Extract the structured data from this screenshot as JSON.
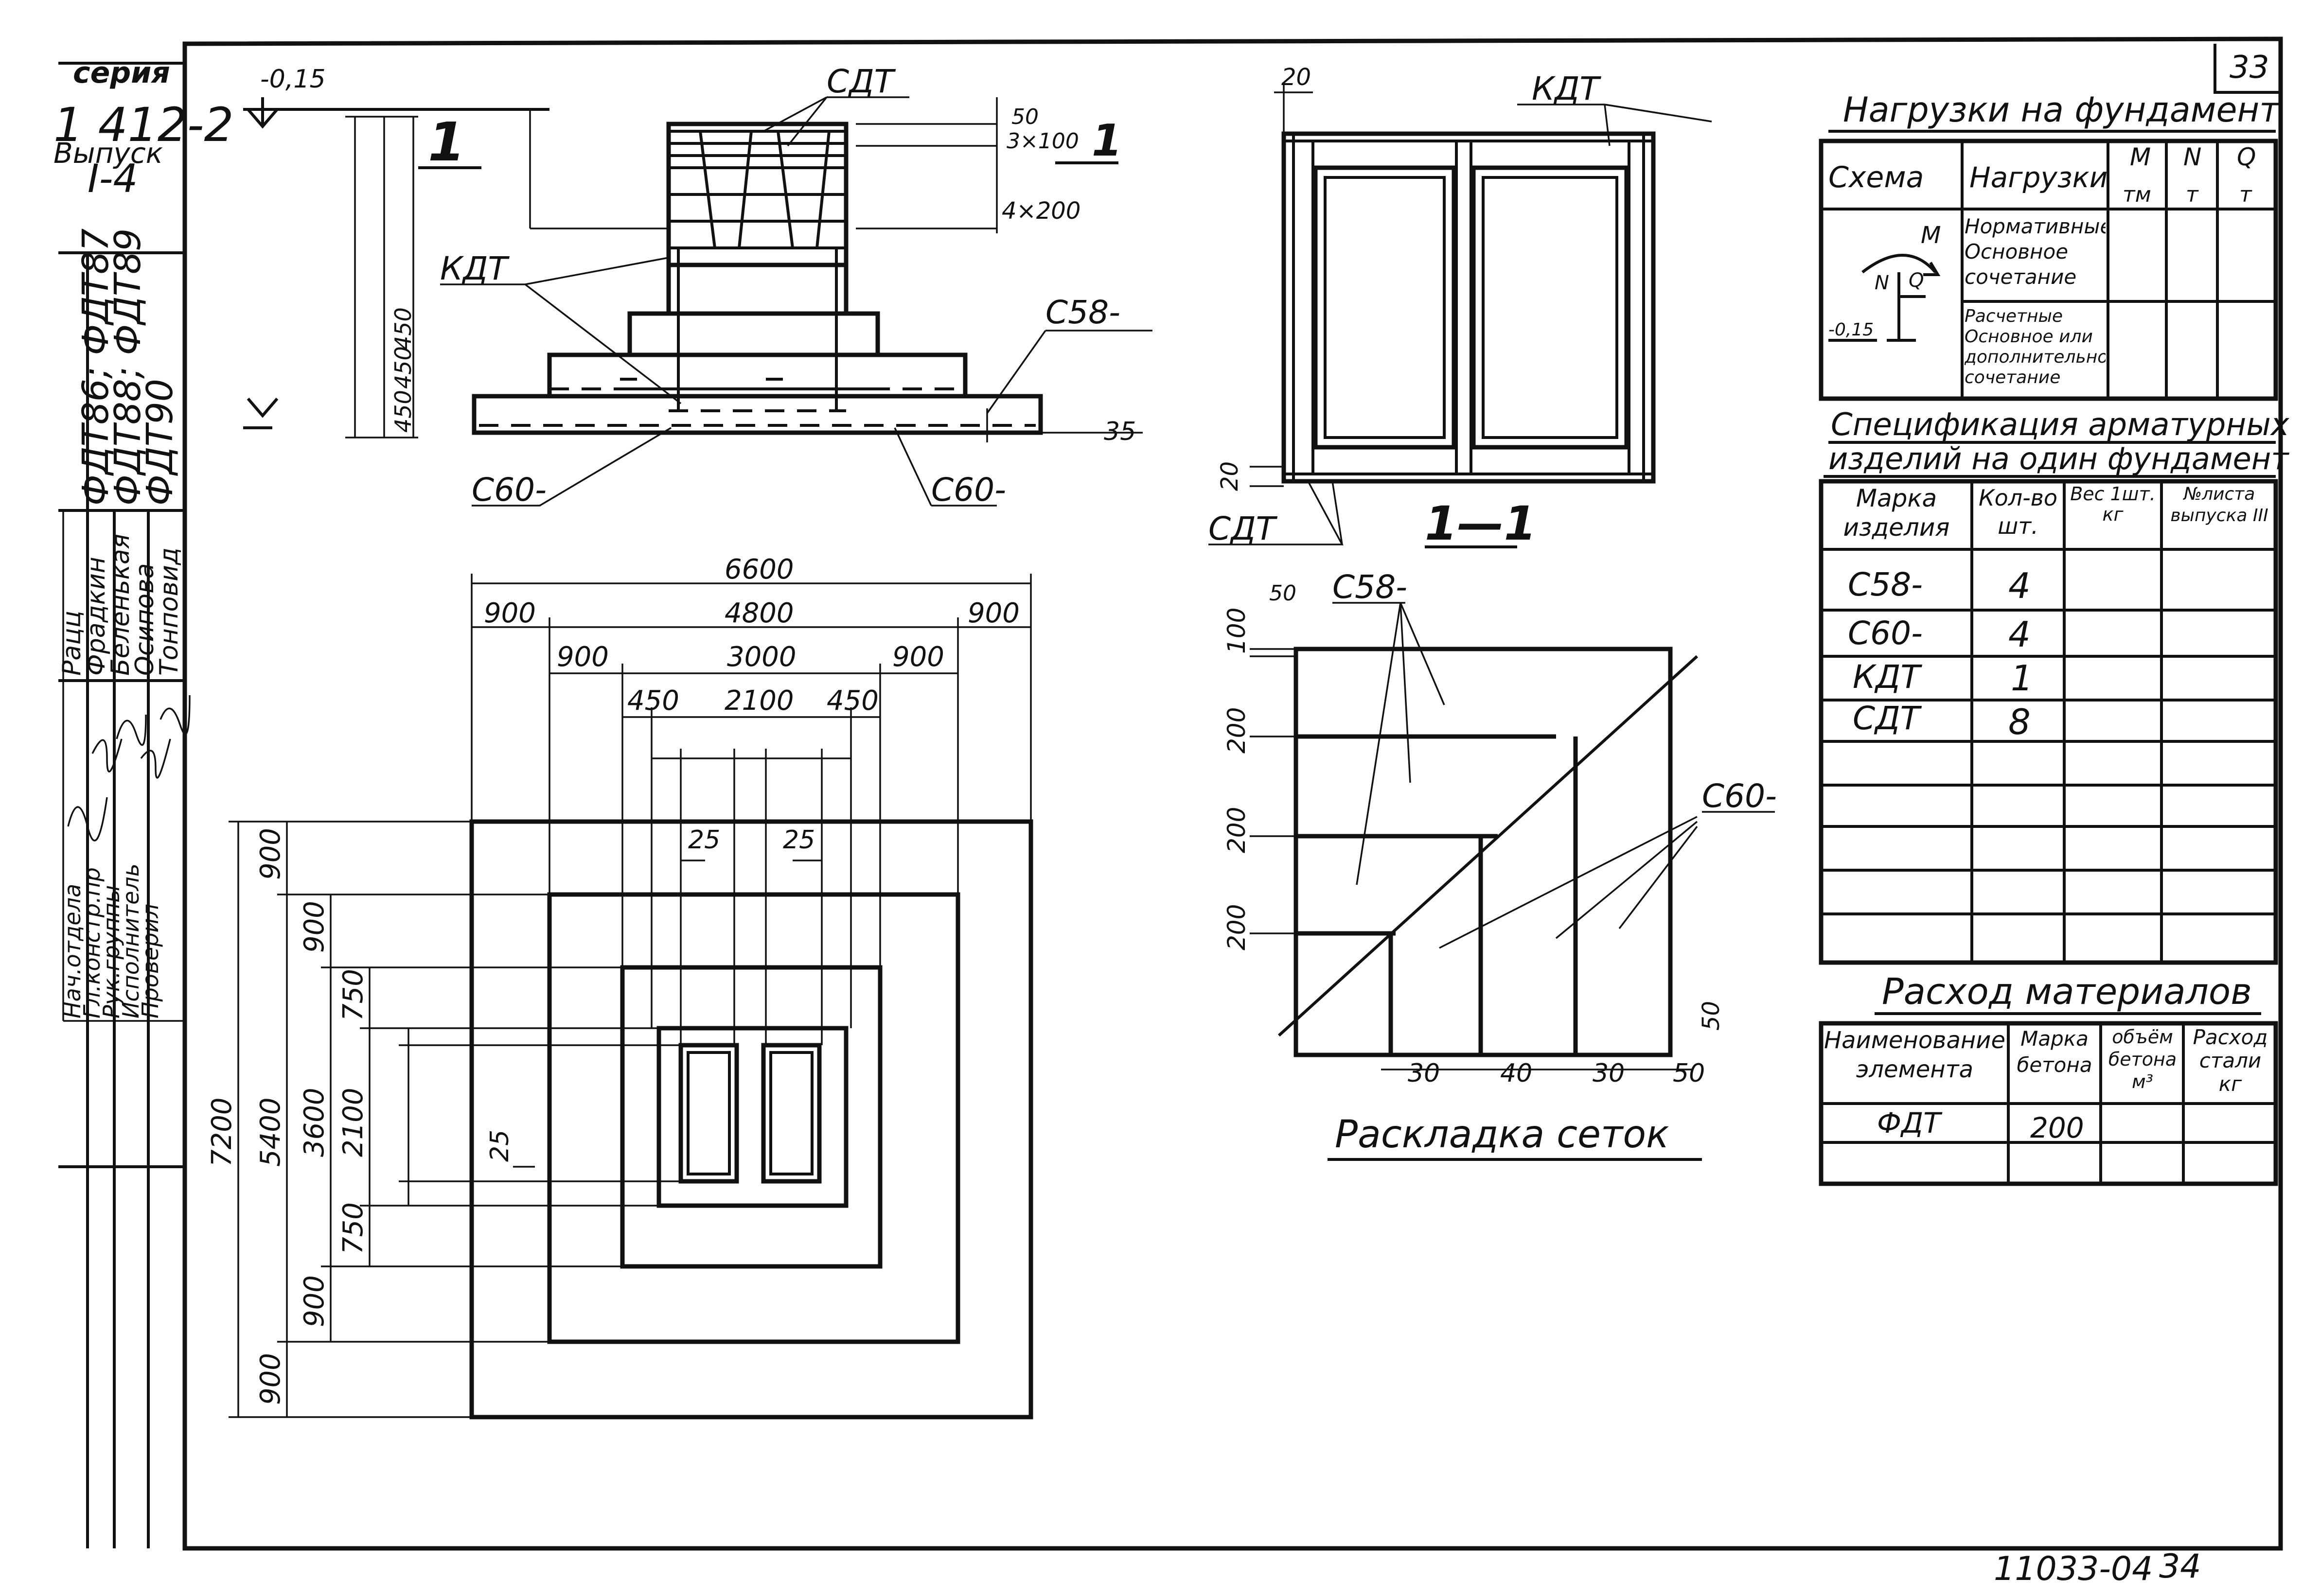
{
  "sheet_number": "33",
  "bottom_code": "11033-04",
  "bottom_page": "34",
  "stamp": {
    "series_label": "серия",
    "series_value": "1 412-2",
    "issue_label": "Выпуск",
    "issue_value": "I-4",
    "marks_line1": "ФДТ86; ФДТ87",
    "marks_line2": "ФДТ88; ФДТ89",
    "marks_line3": "ФДТ90",
    "roles": [
      "Нач.отдела",
      "Гл.констр.пр",
      "Рук.группы",
      "Исполнитель",
      "Проверил"
    ],
    "names": [
      "Рацц",
      "Фрадкин",
      "Беленькая",
      "Осипова",
      "Тонповид"
    ]
  },
  "section_view": {
    "title": "1",
    "cut_mark": "1",
    "level_label": "-0,15",
    "sdt": "СДТ",
    "kdt": "КДТ",
    "c58": "С58-",
    "c60_left": "С60-",
    "c60_right": "С60-",
    "dim_50": "50",
    "dim_3x100": "3×100",
    "dim_4x200": "4×200",
    "dim_450a": "450",
    "dim_450b": "450",
    "dim_450c": "450",
    "dim_35": "35"
  },
  "plan_view": {
    "top_dims": [
      "6600",
      "900",
      "4800",
      "900",
      "900",
      "3000",
      "900",
      "450",
      "2100",
      "450",
      "25",
      "25"
    ],
    "left_dims": [
      "7200",
      "5400",
      "3600",
      "2100",
      "900",
      "900",
      "750",
      "750",
      "900",
      "900",
      "25"
    ]
  },
  "section_1_1": {
    "title": "1—1",
    "kdt": "КДТ",
    "sdt": "СДТ",
    "dim_20_top": "20",
    "dim_20_side": "20"
  },
  "mesh_layout": {
    "title": "Раскладка сеток",
    "c58": "С58-",
    "c60": "С60-",
    "dims_left": [
      "50",
      "100",
      "200",
      "200",
      "200"
    ],
    "dims_bottom": [
      "30",
      "40",
      "30",
      "50"
    ],
    "dim_50_right": "50"
  },
  "loads_table": {
    "title": "Нагрузки на фундамент",
    "headers": [
      "Схема",
      "Нагрузки",
      "М",
      "N",
      "Q"
    ],
    "units": [
      "тм",
      "т",
      "т"
    ],
    "rows": [
      "Нормативные Основное сочетание",
      "Расчетные Основное или дополнительное сочетание"
    ],
    "scheme_labels": [
      "М",
      "N",
      "Q",
      "-0,15"
    ]
  },
  "spec_table": {
    "title_line1": "Спецификация арматурных",
    "title_line2": "изделий на один фундамент",
    "headers": [
      "Марка изделия",
      "Кол-во шт.",
      "Вес 1шт. кг",
      "№листа выпуска III"
    ],
    "rows": [
      {
        "mark": "С58-",
        "qty": "4"
      },
      {
        "mark": "С60-",
        "qty": "4"
      },
      {
        "mark": "КДТ",
        "qty": "1"
      },
      {
        "mark": "СДТ",
        "qty": "8"
      }
    ]
  },
  "materials_table": {
    "title": "Расход материалов",
    "headers": [
      "Наименование элемента",
      "Марка бетона",
      "объём бетона м³",
      "Расход стали кг"
    ],
    "rows": [
      {
        "name": "ФДТ",
        "concrete_grade": "200"
      }
    ]
  }
}
